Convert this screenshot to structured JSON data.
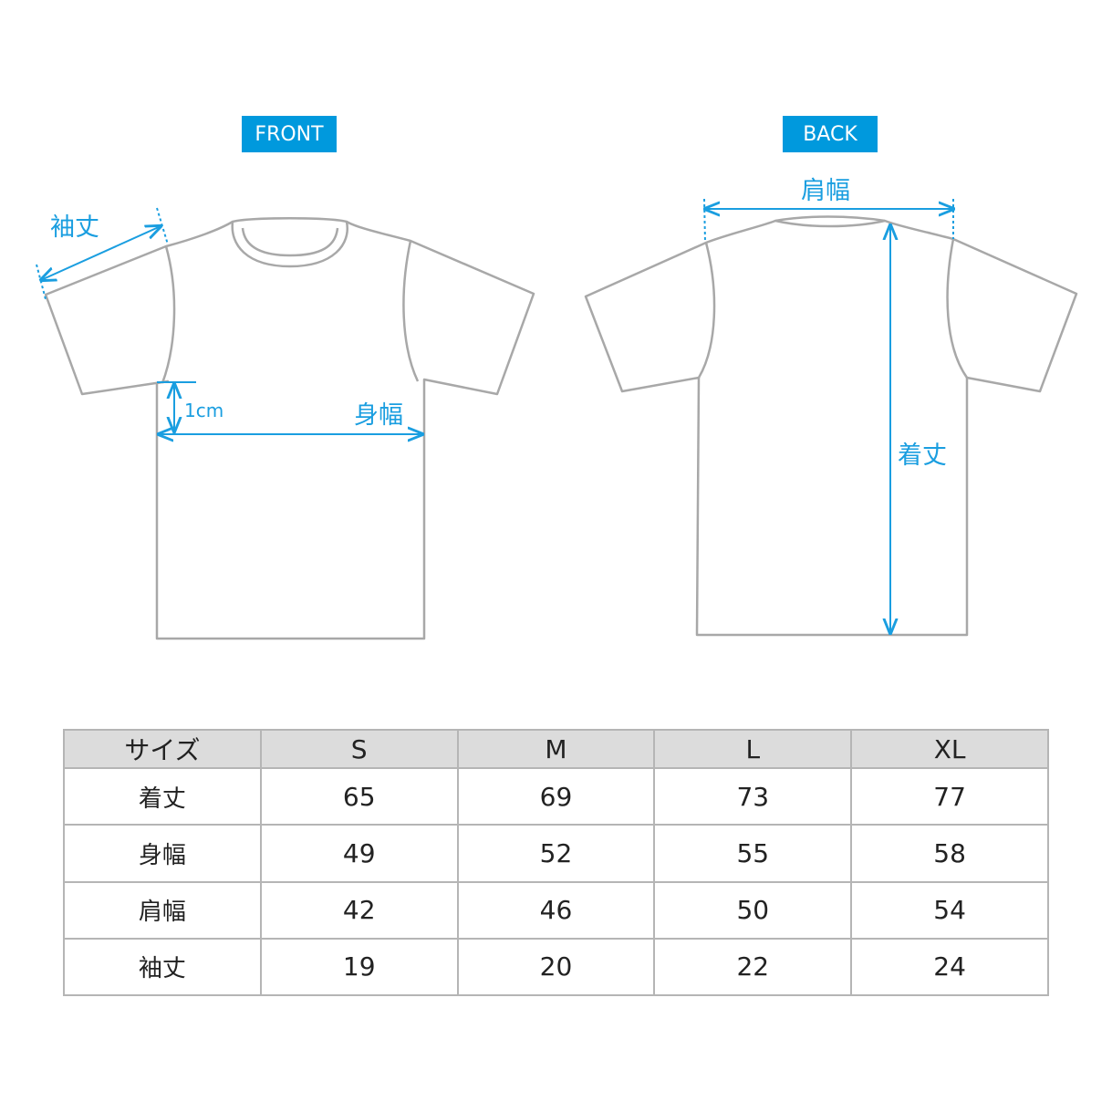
{
  "tags": {
    "front": "FRONT",
    "back": "BACK"
  },
  "labels": {
    "sleeve_length": "袖丈",
    "body_width": "身幅",
    "offset_note": "1cm",
    "shoulder_width": "肩幅",
    "total_length": "着丈"
  },
  "colors": {
    "accent": "#0099dd",
    "dimension_line": "#1a9ee0",
    "outline": "#a8a8a8",
    "header_bg": "#dcdcdc"
  },
  "table": {
    "header": [
      "サイズ",
      "S",
      "M",
      "L",
      "XL"
    ],
    "rows": [
      {
        "label": "着丈",
        "values": [
          "65",
          "69",
          "73",
          "77"
        ]
      },
      {
        "label": "身幅",
        "values": [
          "49",
          "52",
          "55",
          "58"
        ]
      },
      {
        "label": "肩幅",
        "values": [
          "42",
          "46",
          "50",
          "54"
        ]
      },
      {
        "label": "袖丈",
        "values": [
          "19",
          "20",
          "22",
          "24"
        ]
      }
    ]
  }
}
